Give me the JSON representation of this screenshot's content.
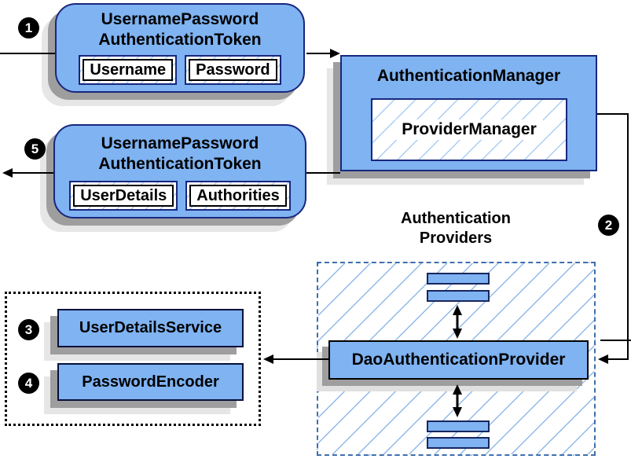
{
  "steps": {
    "s1": "1",
    "s2": "2",
    "s3": "3",
    "s4": "4",
    "s5": "5"
  },
  "request_token": {
    "title_line1": "UsernamePassword",
    "title_line2": "AuthenticationToken",
    "fields": [
      "Username",
      "Password"
    ]
  },
  "authentication_manager": {
    "title": "AuthenticationManager",
    "inner": "ProviderManager"
  },
  "response_token": {
    "title_line1": "UsernamePassword",
    "title_line2": "AuthenticationToken",
    "fields": [
      "UserDetails",
      "Authorities"
    ]
  },
  "providers": {
    "label_line1": "Authentication",
    "label_line2": "Providers",
    "dao_provider": "DaoAuthenticationProvider"
  },
  "services": {
    "user_details_service": "UserDetailsService",
    "password_encoder": "PasswordEncoder"
  },
  "colors": {
    "box_fill": "#7fb3f2",
    "box_border": "#18277e",
    "hatch_line_small": "#a9cdf6",
    "hatch_line_large": "#8fb8e8",
    "dashed_border": "#3f6fae",
    "dotted_border": "#000000",
    "shadow_dark": "#9e9e9e",
    "shadow_light": "#e6e6e6",
    "connector": "#000000",
    "badge_bg": "#000000",
    "badge_text": "#ffffff"
  }
}
